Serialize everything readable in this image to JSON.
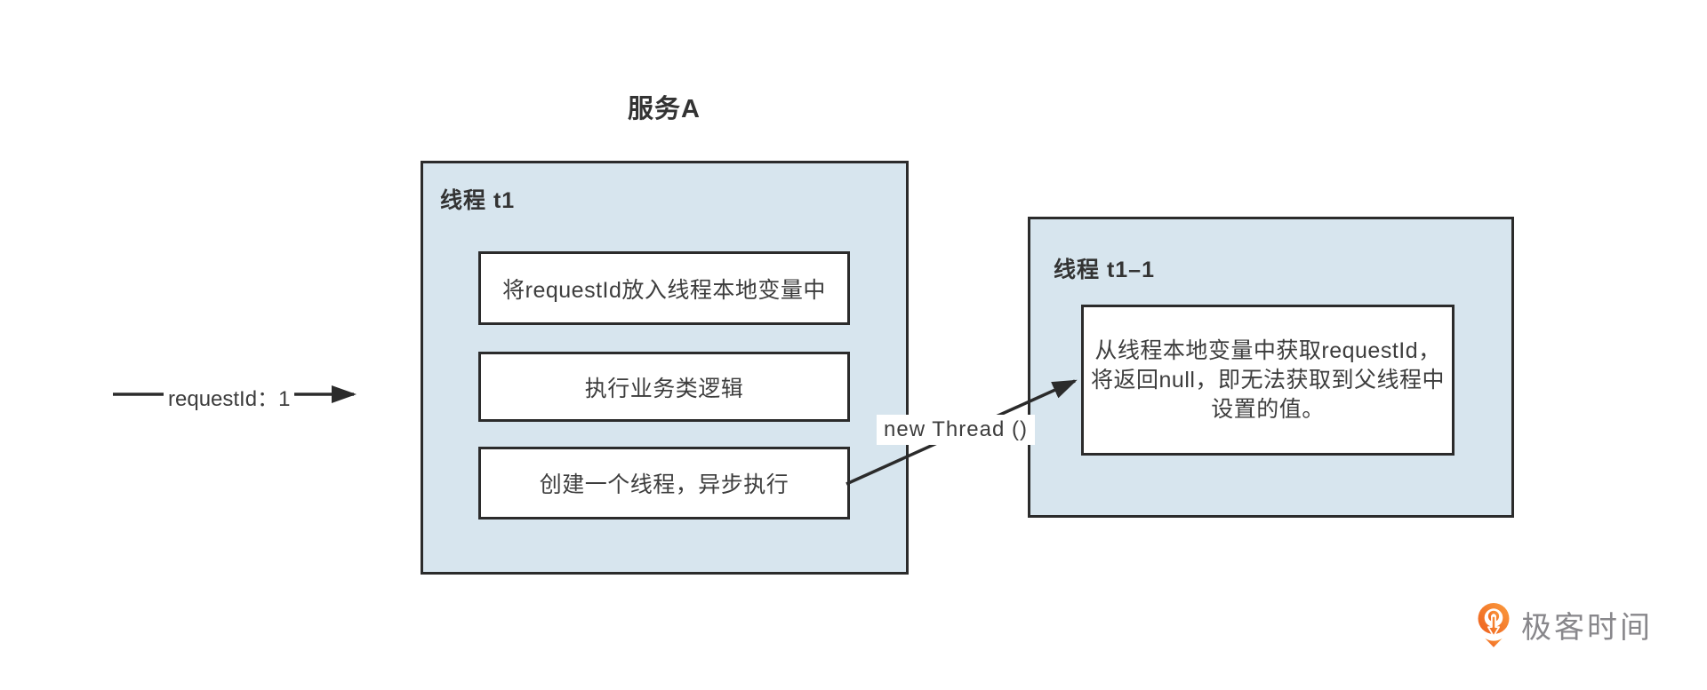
{
  "diagram": {
    "title": "服务A",
    "parent_thread_box": {
      "label": "线程 t1",
      "steps": [
        "将requestId放入线程本地变量中",
        "执行业务类逻辑",
        "创建一个线程，异步执行"
      ]
    },
    "child_thread_box": {
      "label": "线程 t1–1",
      "note_lines": [
        "从线程本地变量中获取requestId，",
        "将返回null，即无法获取到父线程中",
        "设置的值。"
      ]
    },
    "request_arrow": {
      "label": "requestId：1"
    },
    "thread_arrow": {
      "label": "new Thread ()"
    }
  },
  "colors": {
    "background": "#ffffff",
    "thread_box_fill": "#d7e5ee",
    "stroke": "#2b2b2b",
    "text": "#3d3d3d",
    "logo_orange": "#ee5f1d",
    "logo_orange_light": "#fb9c3e",
    "logo_text_gray": "#88878b"
  },
  "logo": {
    "text": "极客时间",
    "icon": "geektime-pin-clock-icon"
  }
}
